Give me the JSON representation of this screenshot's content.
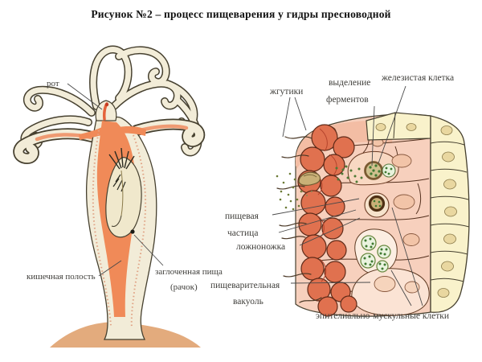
{
  "title": "Рисунок №2 –  процесс пищеварения у гидры пресноводной",
  "hydra_figure": {
    "labels": {
      "mouth": "рот",
      "intestinal_cavity": "кишечная полость",
      "swallowed_food_line1": "заглоченная пища",
      "swallowed_food_line2": "(рачок)"
    }
  },
  "cell_figure": {
    "labels": {
      "flagella": "жгутики",
      "enzyme_secretion_line1": "выделение",
      "enzyme_secretion_line2": "ферментов",
      "glandular_cell": "железистая клетка",
      "food_particle_line1": "пищевая",
      "food_particle_line2": "частица",
      "pseudopod": "ложноножка",
      "digestive_vacuole_line1": "пищеварительная",
      "digestive_vacuole_line2": "вакуоль",
      "epithelial_muscular_cells": "эпителиально-мускульные клетки"
    }
  },
  "colors": {
    "background": "#ffffff",
    "outline": "#46402f",
    "tentacle_cream": "#f2ecd8",
    "cavity_orange": "#f08a58",
    "mouth_red": "#c43a22",
    "base_tan": "#e3ab7d",
    "cell_salmon": "#e0714f",
    "cell_pink": "#f7d0bd",
    "cell_pale_pink": "#fbe3d5",
    "cell_yellow": "#f9f2cb",
    "nucleus_yellow": "#e9d7a0",
    "enzyme_green": "#3f7a32",
    "particle_brown": "#c9b077",
    "label_text": "#3f3e3a"
  }
}
